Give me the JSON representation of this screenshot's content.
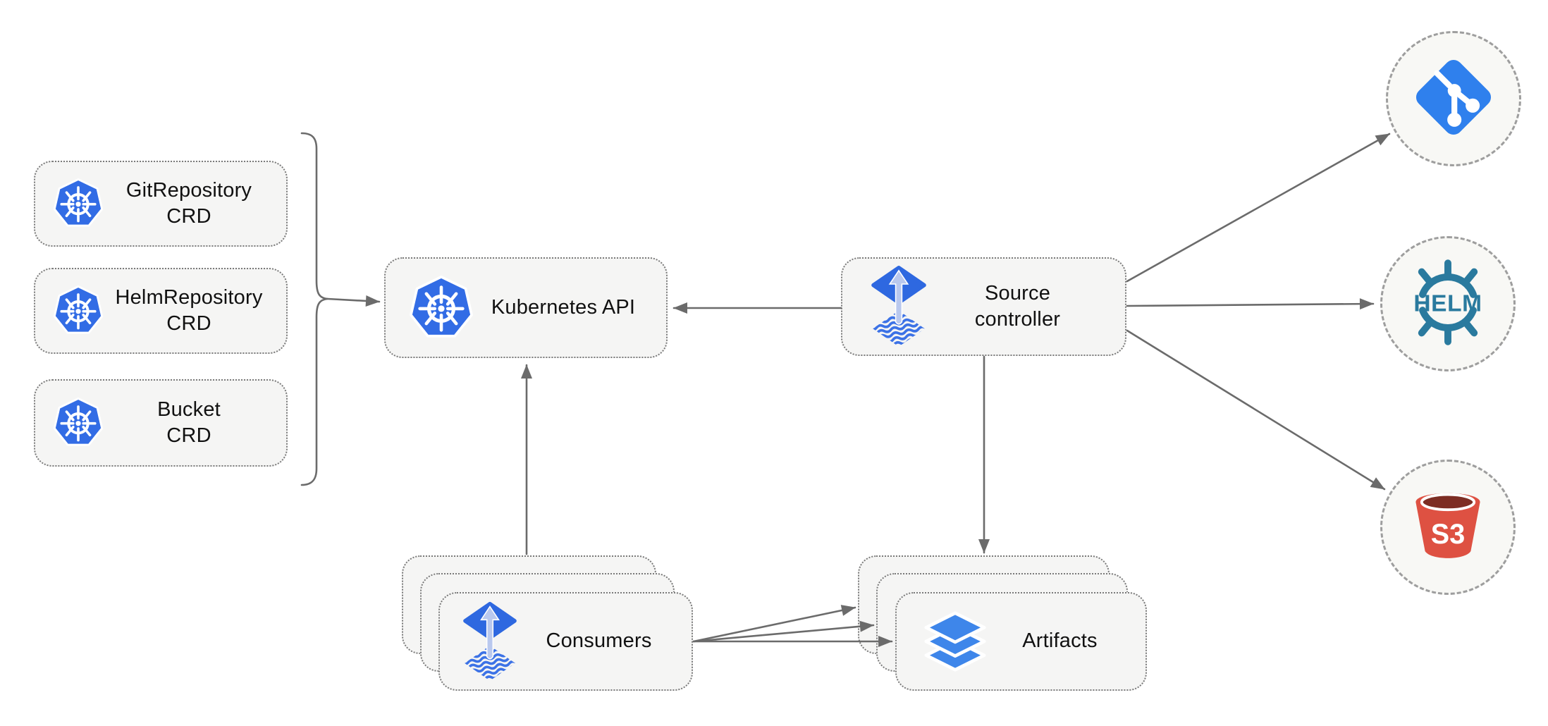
{
  "colors": {
    "kubernetes-blue": "#326CE5",
    "flux-blue": "#2E68E0",
    "flux-arrow-light": "#B9C8EE",
    "flux-wave-blue": "#3C72E6",
    "layers-blue": "#3E86EA",
    "git-blue": "#2F80ED",
    "helm-teal": "#2A7A9E",
    "s3-red": "#DE5142",
    "s3-dark-red": "#7D2D23",
    "line-gray": "#6B6B6B",
    "box-fill": "#F5F5F4",
    "box-border": "#7A7A7A"
  },
  "nodes": {
    "crd_boxes": [
      {
        "id": "gitrepository-crd",
        "line1": "GitRepository",
        "line2": "CRD",
        "icon": "kubernetes-icon"
      },
      {
        "id": "helmrepository-crd",
        "line1": "HelmRepository",
        "line2": "CRD",
        "icon": "kubernetes-icon"
      },
      {
        "id": "bucket-crd",
        "line1": "Bucket",
        "line2": "CRD",
        "icon": "kubernetes-icon"
      }
    ],
    "kubernetes_api": {
      "label": "Kubernetes API",
      "icon": "kubernetes-icon"
    },
    "source_controller": {
      "line1": "Source",
      "line2": "controller",
      "icon": "flux-source-controller-icon"
    },
    "consumers": {
      "label": "Consumers",
      "icon": "flux-source-controller-icon",
      "stack_count": 3
    },
    "artifacts": {
      "label": "Artifacts",
      "icon": "layers-icon",
      "stack_count": 3
    },
    "externals": [
      {
        "id": "git",
        "icon": "git-icon",
        "text": ""
      },
      {
        "id": "helm",
        "icon": "helm-icon",
        "text": "HELM"
      },
      {
        "id": "s3",
        "icon": "s3-bucket-icon",
        "text": "S3"
      }
    ]
  },
  "edges": [
    {
      "from": "crd-boxes-bracket",
      "to": "kubernetes-api",
      "arrow": true
    },
    {
      "from": "source-controller",
      "to": "kubernetes-api",
      "arrow": true
    },
    {
      "from": "consumers",
      "to": "kubernetes-api",
      "arrow": true
    },
    {
      "from": "source-controller",
      "to": "artifacts",
      "arrow": true
    },
    {
      "from": "consumers",
      "to": "artifacts",
      "arrow": true,
      "count": 3
    },
    {
      "from": "source-controller",
      "to": "git",
      "arrow": true
    },
    {
      "from": "source-controller",
      "to": "helm",
      "arrow": true
    },
    {
      "from": "source-controller",
      "to": "s3",
      "arrow": true
    }
  ]
}
